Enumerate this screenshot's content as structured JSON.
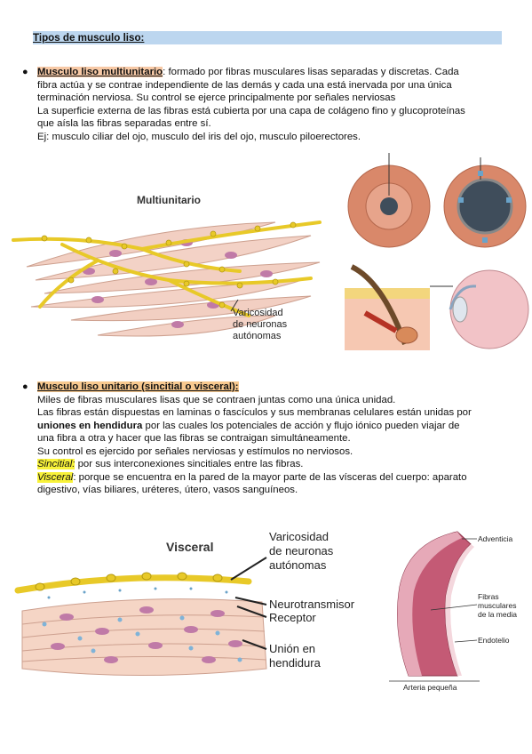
{
  "heading": "Tipos de musculo liso:",
  "multi": {
    "title": "Musculo liso multiunitario",
    "l1": ": formado por fibras musculares lisas separadas y discretas. Cada",
    "l2": "fibra actúa y se contrae independiente de las demás y cada una está inervada por una única",
    "l3": "terminación nerviosa. Su control se ejerce principalmente por señales nerviosas",
    "l4": "La superficie externa de las fibras está cubierta por una capa de colágeno fino y glucoproteínas",
    "l5": "que aísla las fibras separadas entre sí.",
    "l6": "Ej: musculo ciliar del ojo, musculo del iris del ojo, musculo piloerectores.",
    "fig_title": "Multiunitario",
    "fig_label1": "Varicosidad",
    "fig_label2": "de neuronas",
    "fig_label3": "autónomas"
  },
  "unit": {
    "title": "Musculo liso unitario (sincitial o visceral):",
    "l1": "Miles de fibras musculares lisas que se contraen juntas como una única unidad.",
    "l2": "Las fibras están dispuestas en laminas o fascículos y sus membranas celulares están unidas por",
    "l3_bold": "uniones en hendidura",
    "l3_rest": " por las cuales los potenciales de acción y flujo iónico pueden viajar de",
    "l4": "una fibra a otra y hacer que las fibras se contraigan simultáneamente.",
    "l5": "Su control es ejercido por señales nerviosas y estímulos no nerviosos.",
    "sinc_term": "Sincitial:",
    "sinc_text": " por sus interconexiones sincitiales entre las fibras.",
    "visc_term": "Visceral",
    "visc_text": ": porque se encuentra en la pared de la mayor parte de las vísceras del cuerpo: aparato",
    "l8": "digestivo, vías biliares, uréteres, útero, vasos sanguíneos.",
    "fig_title": "Visceral",
    "fig_var1": "Varicosidad",
    "fig_var2": "de neuronas",
    "fig_var3": "autónomas",
    "fig_nt": "Neurotransmisor",
    "fig_rec": "Receptor",
    "fig_un1": "Unión en",
    "fig_un2": "hendidura",
    "art_adv": "Adventicia",
    "art_f1": "Fibras",
    "art_f2": "musculares",
    "art_f3": "de la media",
    "art_endo": "Endotelio",
    "art_cap": "Arteria pequeña"
  },
  "colors": {
    "header_bg": "#bcd6ef",
    "highlight_orange": "#f7c9a6",
    "highlight_yellow": "#f8f23a",
    "fiber": "#f2c9bd",
    "nerve": "#e8c928"
  }
}
